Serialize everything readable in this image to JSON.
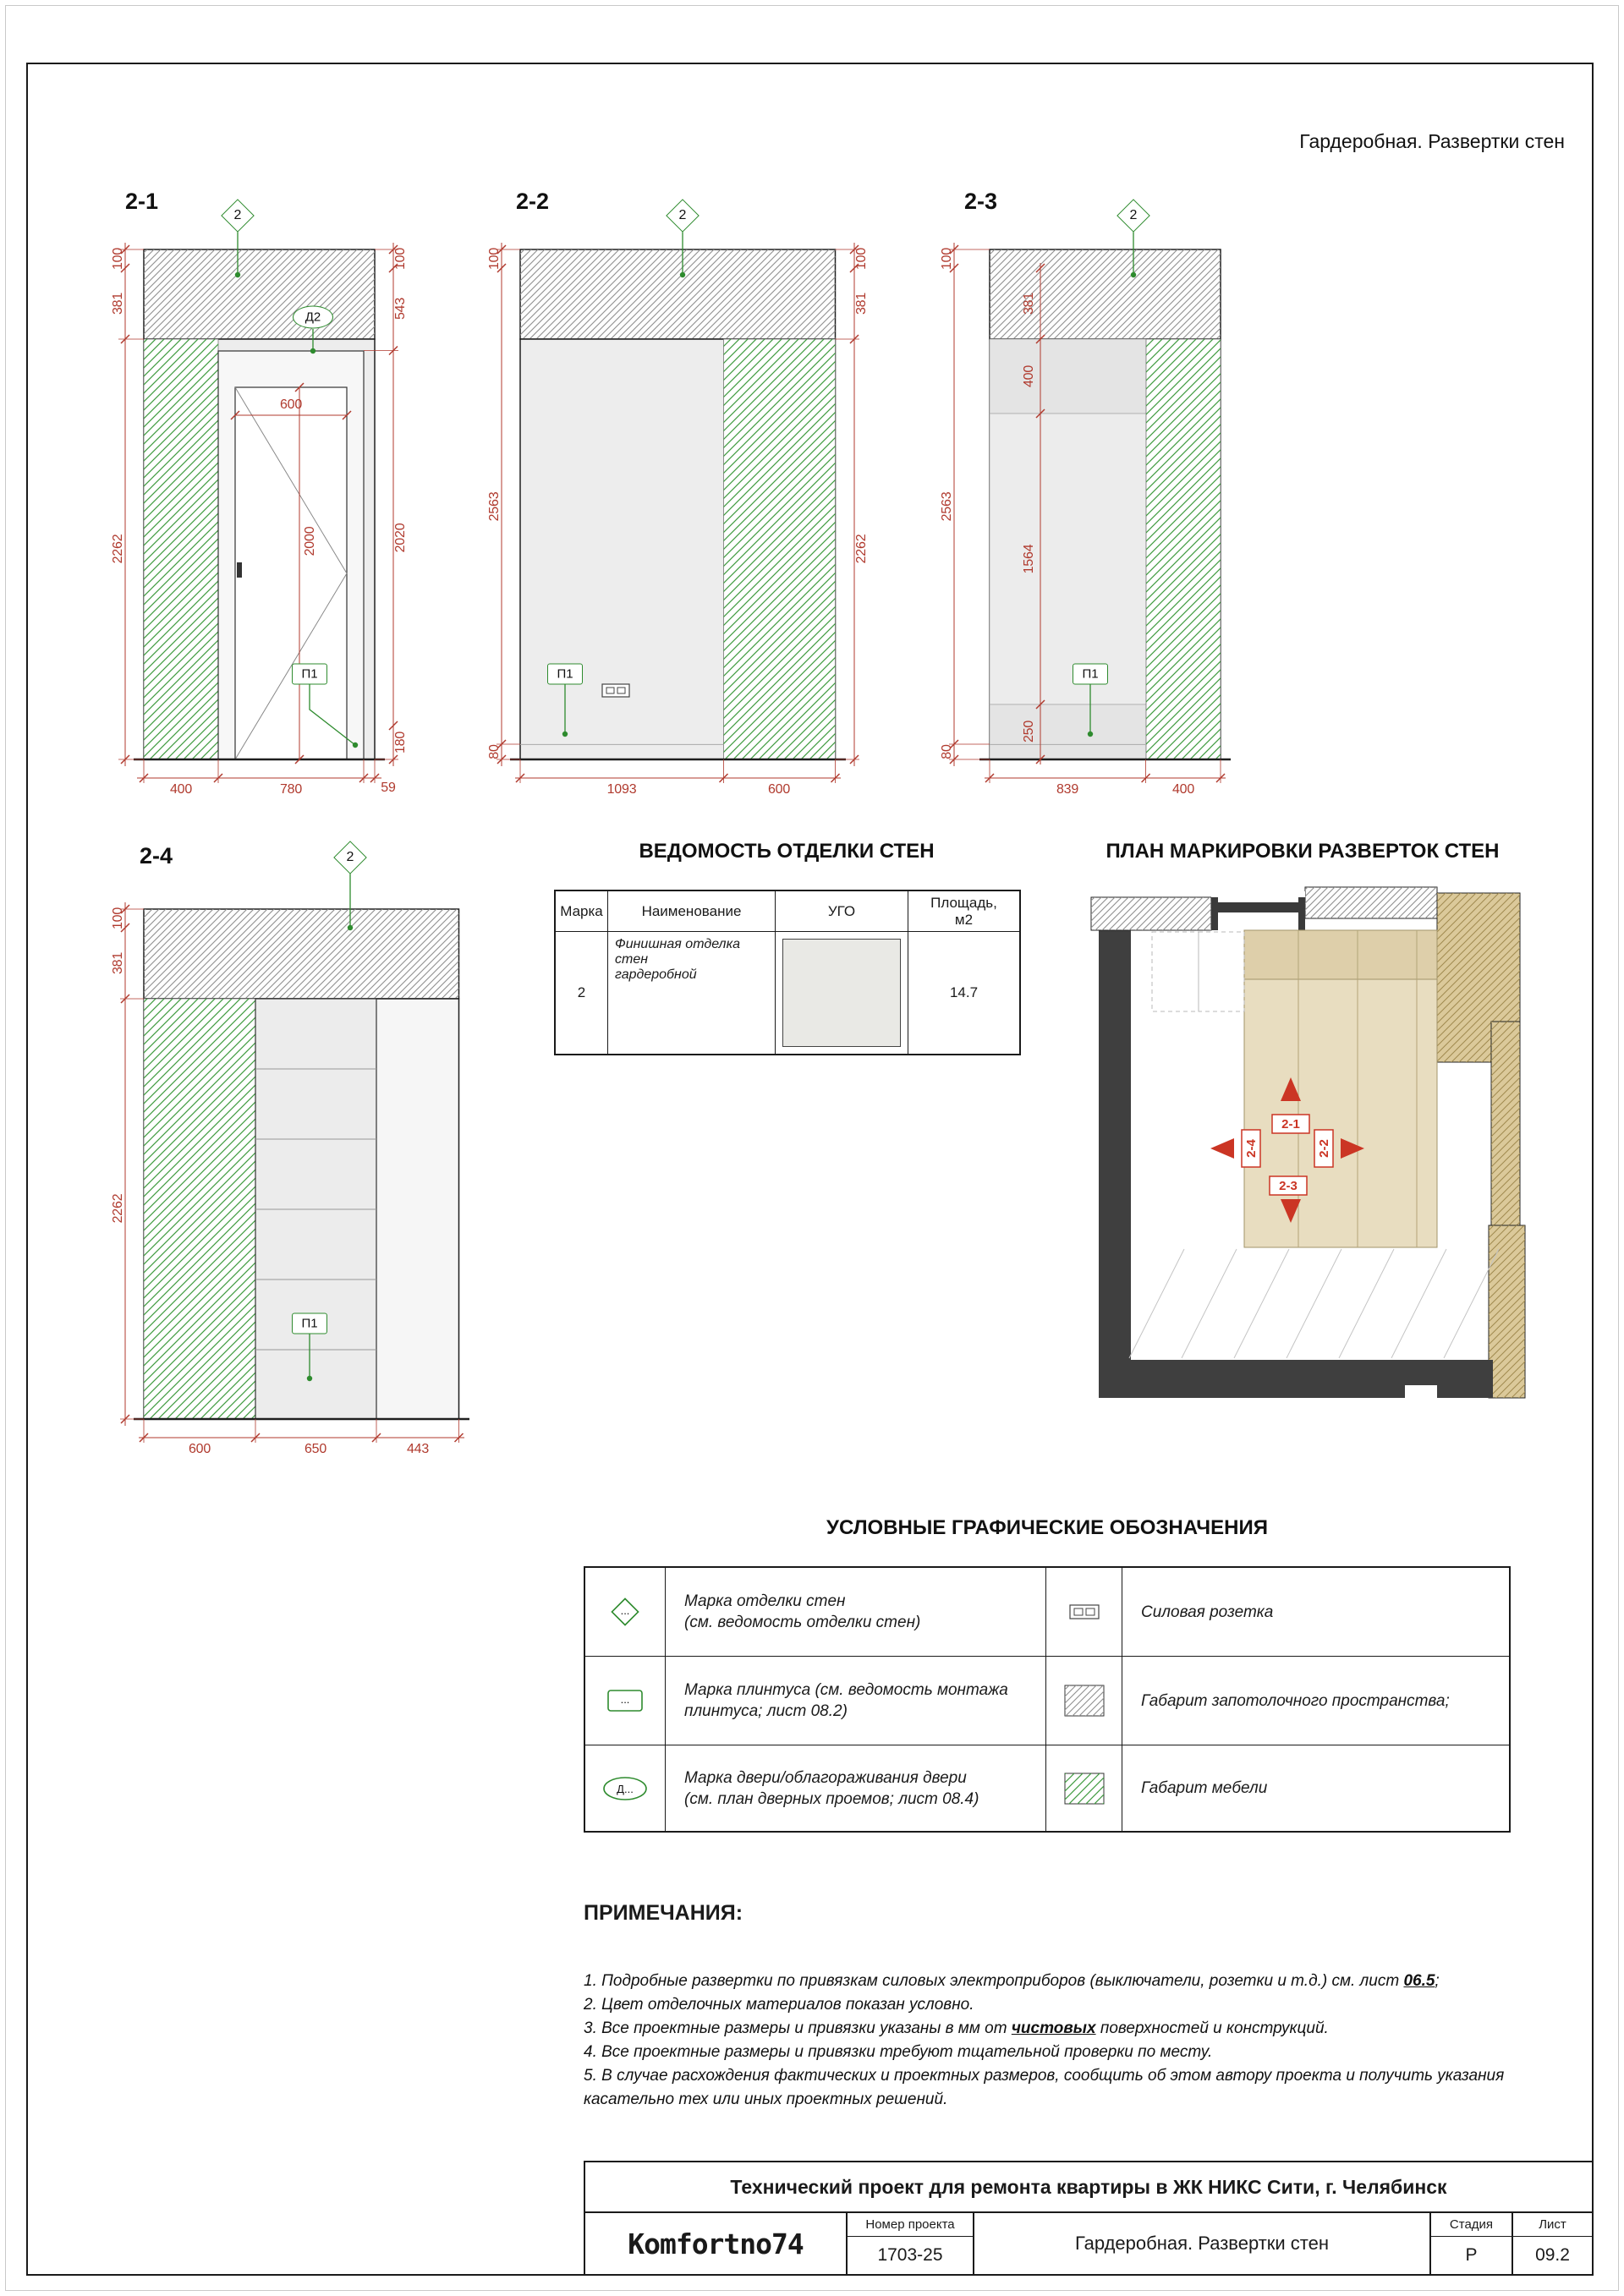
{
  "sheet": {
    "header_title": "Гардеробная. Развертки стен"
  },
  "elevations": {
    "e21": {
      "label": "2-1",
      "wall_marker": "2",
      "door_marker": "Д2",
      "plinth_marker": "П1",
      "dim_top_left": "100",
      "dim_left_1": "381",
      "dim_left_2": "2262",
      "dim_top_right": "100",
      "dim_right_1": "543",
      "dim_right_2": "2020",
      "dim_right_3": "180",
      "dim_door_width": "600",
      "dim_door_height": "2000",
      "dim_bottom_1": "400",
      "dim_bottom_2": "780",
      "dim_bottom_3": "59"
    },
    "e22": {
      "label": "2-2",
      "wall_marker": "2",
      "plinth_marker": "П1",
      "dim_top_left": "100",
      "dim_left_1": "2563",
      "dim_left_2": "80",
      "dim_top_right": "100",
      "dim_right_1": "381",
      "dim_right_2": "2262",
      "dim_bottom_1": "1093",
      "dim_bottom_2": "600"
    },
    "e23": {
      "label": "2-3",
      "wall_marker": "2",
      "plinth_marker": "П1",
      "dim_top_left": "100",
      "dim_left_1": "2563",
      "dim_left_2": "80",
      "dim_inner_1": "381",
      "dim_inner_2": "400",
      "dim_inner_3": "1564",
      "dim_inner_4": "250",
      "dim_bottom_1": "839",
      "dim_bottom_2": "400"
    },
    "e24": {
      "label": "2-4",
      "wall_marker": "2",
      "plinth_marker": "П1",
      "dim_top_left": "100",
      "dim_left_1": "381",
      "dim_left_2": "2262",
      "dim_bottom_1": "600",
      "dim_bottom_2": "650",
      "dim_bottom_3": "443"
    }
  },
  "finish_table": {
    "title": "ВЕДОМОСТЬ ОТДЕЛКИ СТЕН",
    "col_mark": "Марка",
    "col_name": "Наименование",
    "col_ugo": "УГО",
    "col_area": "Площадь,\nм2",
    "row_mark": "2",
    "row_name": "Финишная отделка стен\nгардеробной",
    "row_area": "14.7"
  },
  "plan": {
    "title": "ПЛАН МАРКИРОВКИ РАЗВЕРТОК СТЕН",
    "markers": {
      "m21": "2-1",
      "m22": "2-2",
      "m23": "2-3",
      "m24": "2-4"
    }
  },
  "legend": {
    "title": "УСЛОВНЫЕ ГРАФИЧЕСКИЕ ОБОЗНАЧЕНИЯ",
    "sym_finish": "...",
    "sym_plinth": "...",
    "sym_door": "Д...",
    "finish_text": "Марка отделки стен\n(см. ведомость отделки стен)",
    "plinth_text": "Марка плинтуса (см. ведомость монтажа\nплинтуса; лист 08.2)",
    "door_text": "Марка двери/облагораживания двери\n(см. план дверных проемов; лист 08.4)",
    "socket_text": "Силовая розетка",
    "ceiling_text": "Габарит запотолочного пространства;",
    "furniture_text": "Габарит мебели"
  },
  "notes": {
    "title": "ПРИМЕЧАНИЯ:",
    "n1_pre": "1. Подробные развертки по привязкам силовых электроприборов (выключатели, розетки и т.д.) см. лист ",
    "n1_link": "06.5",
    "n1_post": ";",
    "n2": "2. Цвет отделочных материалов показан условно.",
    "n3_pre": "3. Все проектные размеры и привязки указаны в мм от ",
    "n3_em": "чистовых",
    "n3_post": " поверхностей и конструкций.",
    "n4": "4. Все проектные размеры и привязки требуют тщательной проверки по месту.",
    "n5": "5. В случае расхождения фактических и проектных размеров, сообщить об этом автору проекта и получить указания касательно тех или иных проектных решений."
  },
  "title_block": {
    "project_title": "Технический проект для ремонта квартиры в ЖК НИКС Сити, г. Челябинск",
    "logo": "Komfortno74",
    "project_no_label": "Номер проекта",
    "project_no": "1703-25",
    "drawing_title": "Гардеробная. Развертки стен",
    "stage_label": "Стадия",
    "stage": "Р",
    "sheet_label": "Лист",
    "sheet_no": "09.2"
  }
}
